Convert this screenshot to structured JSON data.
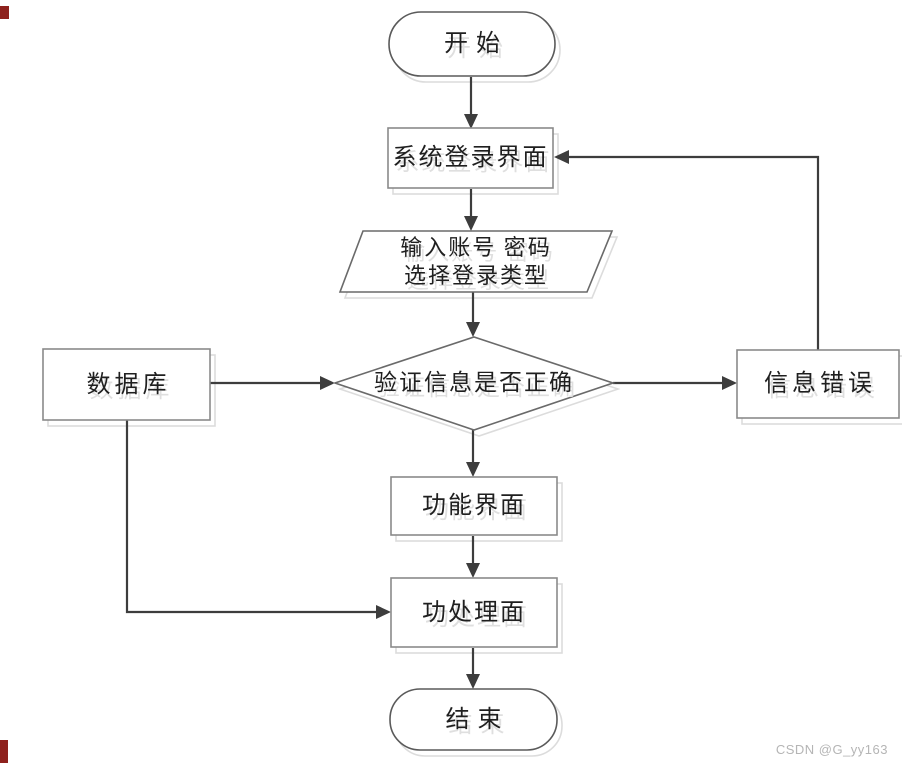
{
  "diagram": {
    "nodes": {
      "start": {
        "type": "terminator",
        "label": "开始"
      },
      "login": {
        "type": "process",
        "label": "系统登录界面"
      },
      "input": {
        "type": "io",
        "line1": "输入账号 密码",
        "line2": "选择登录类型"
      },
      "verify": {
        "type": "decision",
        "label": "验证信息是否正确"
      },
      "database": {
        "type": "process",
        "label": "数据库"
      },
      "error": {
        "type": "process",
        "label": "信息错误"
      },
      "function_ui": {
        "type": "process",
        "label": "功能界面"
      },
      "process_ui": {
        "type": "process",
        "label": "功处理面"
      },
      "end": {
        "type": "terminator",
        "label": "结束"
      }
    },
    "colors": {
      "connector": "#3d3d3d",
      "terminator_border": "#5a5a5a",
      "process_border": "#8a8a8a",
      "polygon_border": "#6a6a6a",
      "shadow": "#dcdcdc",
      "text": "#1f1f1f",
      "watermark": "#b5b5b5",
      "edge_mark": "#8e211d"
    },
    "watermark": "CSDN @G_yy163"
  }
}
